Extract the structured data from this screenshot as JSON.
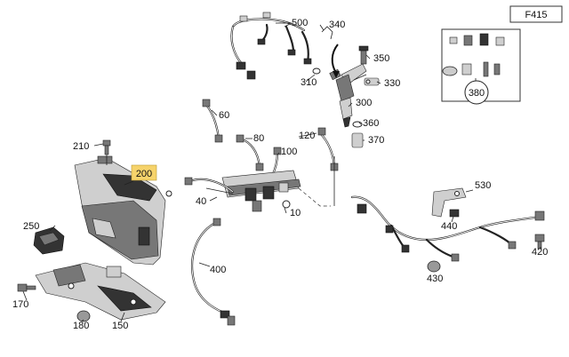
{
  "sheet_code": "F415",
  "highlighted_part": "200",
  "parts": {
    "p10": "10",
    "p40": "40",
    "p60": "60",
    "p80": "80",
    "p100": "100",
    "p120": "120",
    "p150": "150",
    "p170": "170",
    "p180": "180",
    "p200": "200",
    "p210": "210",
    "p250": "250",
    "p300": "300",
    "p310": "310",
    "p330": "330",
    "p340": "340",
    "p350": "350",
    "p360": "360",
    "p370": "370",
    "p380": "380",
    "p400": "400",
    "p420": "420",
    "p430": "430",
    "p440": "440",
    "p500": "500",
    "p530": "530"
  },
  "colors": {
    "highlight": "#f6d36b",
    "line": "#222222"
  }
}
